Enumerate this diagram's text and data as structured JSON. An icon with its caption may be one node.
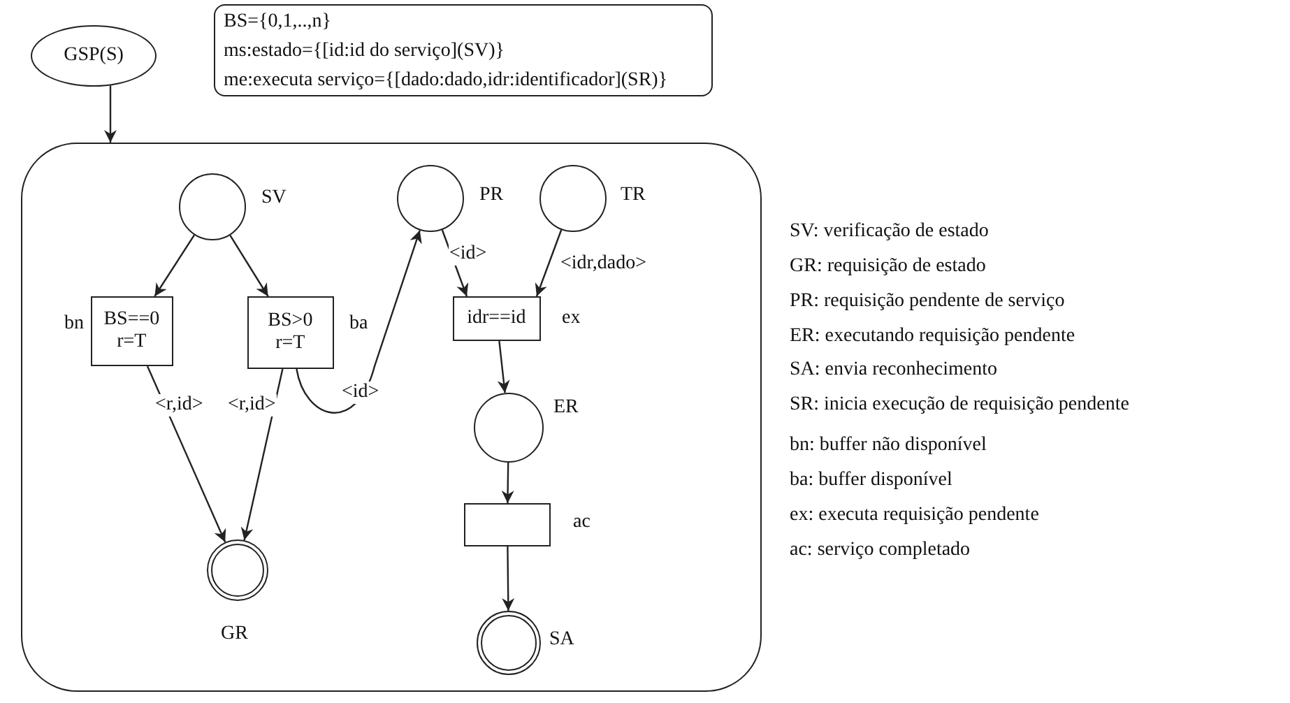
{
  "diagram": {
    "nodes": [
      {
        "text": [
          "GSP(S)"
        ]
      },
      {
        "text": [
          "BS={0,1,..,n}",
          "ms:estado={[id:id do serviço](SV)}",
          "me:executa serviço={[dado:dado,idr:identificador](SR)}"
        ]
      },
      {
        "text": [],
        "shape": "box"
      },
      {
        "text": [],
        "shape": "circle",
        "beside": [
          "SV"
        ],
        "in": 2
      },
      {
        "text": [
          "BS==0",
          "r=T"
        ],
        "beside": [
          "bn"
        ],
        "in": 2
      },
      {
        "text": [
          "BS>0",
          "r=T"
        ],
        "beside": [
          "ba"
        ],
        "in": 2
      },
      {
        "text": [],
        "shape": "circle",
        "beside": [
          "PR"
        ],
        "in": 2
      },
      {
        "text": [],
        "shape": "circle",
        "beside": [
          "TR"
        ],
        "in": 2
      },
      {
        "text": [
          "idr==id"
        ],
        "beside": [
          "ex"
        ],
        "in": 2
      },
      {
        "text": [],
        "shape": "circle",
        "beside": [
          "GR"
        ],
        "in": 2
      },
      {
        "text": [],
        "shape": "circle",
        "beside": [
          "ER"
        ],
        "in": 2
      },
      {
        "text": [],
        "shape": "box",
        "beside": [
          "ac"
        ],
        "in": 2
      },
      {
        "text": [],
        "shape": "circle",
        "beside": [
          "SA"
        ],
        "in": 2
      }
    ],
    "edges": [
      {
        "from": 0,
        "to": 2,
        "arrow": "to"
      },
      {
        "from": 3,
        "to": 4,
        "arrow": "to"
      },
      {
        "from": 3,
        "to": 5,
        "arrow": "to"
      },
      {
        "from": 4,
        "to": 9,
        "arrow": "to",
        "label": "<r,id>"
      },
      {
        "from": 5,
        "to": 9,
        "arrow": "to",
        "label": "<r,id>"
      },
      {
        "from": 5,
        "to": 6,
        "arrow": "to",
        "label": "<id>"
      },
      {
        "from": 6,
        "to": 8,
        "arrow": "to",
        "label": "<id>"
      },
      {
        "from": 7,
        "to": 8,
        "arrow": "to",
        "label": "<idr,dado>"
      },
      {
        "from": 8,
        "to": 10,
        "arrow": "to"
      },
      {
        "from": 10,
        "to": 11,
        "arrow": "to"
      },
      {
        "from": 11,
        "to": 12,
        "arrow": "to"
      }
    ],
    "labels": [
      "SV: verificação de estado",
      "GR: requisição de estado",
      "PR: requisição pendente de serviço",
      "ER: executando requisição pendente",
      "SA: envia reconhecimento",
      "SR: inicia execução de requisição pendente",
      "bn: buffer não disponível",
      "ba: buffer disponível",
      "ex: executa requisição pendente",
      "ac: serviço completado"
    ]
  }
}
